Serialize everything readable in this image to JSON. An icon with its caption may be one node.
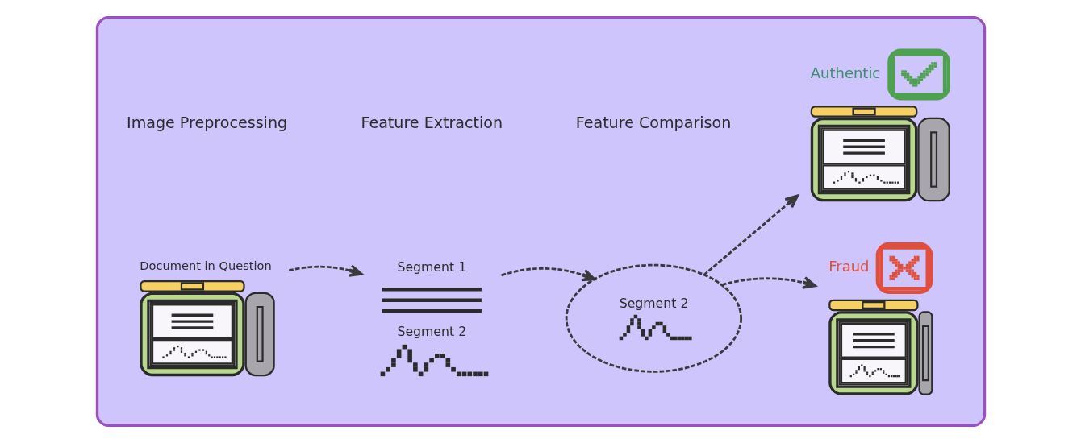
{
  "diagram": {
    "nodes": [
      {
        "text": [],
        "shape": "box"
      },
      {
        "text": [
          "Document in Question"
        ],
        "in": 0
      },
      {
        "text": [
          "Segment 1",
          "Segment 2"
        ],
        "in": 0
      },
      {
        "text": [
          "Segment 2"
        ],
        "in": 0
      },
      {
        "text": [
          "Authentic"
        ],
        "in": 0
      },
      {
        "text": [
          "Fraud"
        ],
        "in": 0
      }
    ],
    "edges": [
      {
        "from": 1,
        "to": 2,
        "arrow": "to",
        "style": "dashed"
      },
      {
        "from": 2,
        "to": 3,
        "arrow": "to",
        "style": "dashed"
      },
      {
        "from": 3,
        "to": 4,
        "arrow": "to",
        "style": "dashed"
      },
      {
        "from": 3,
        "to": 5,
        "arrow": "to",
        "style": "dashed"
      }
    ],
    "labels": [
      "Image Preprocessing",
      "Feature Extraction",
      "Feature Comparison"
    ]
  }
}
